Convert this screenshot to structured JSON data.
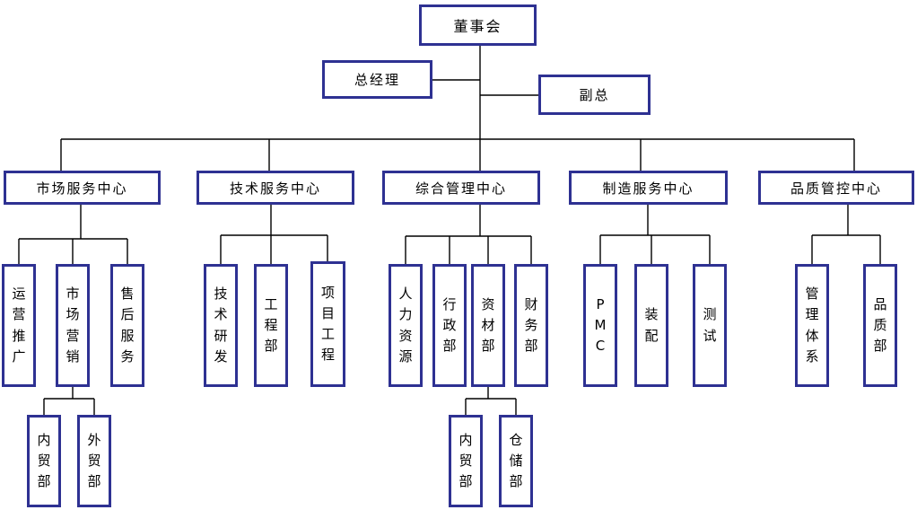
{
  "colors": {
    "box_border": "#2e3192",
    "box_bg": "#ffffff",
    "line": "#000000",
    "text": "#000000"
  },
  "org": {
    "board": {
      "label": "董事会"
    },
    "general_manager": {
      "label": "总经理"
    },
    "deputy_general_manager": {
      "label": "副总"
    },
    "centers": [
      {
        "label": "市场服务中心",
        "departments": [
          {
            "label": "运营推广"
          },
          {
            "label": "市场营销",
            "sub_departments": [
              {
                "label": "内贸部"
              },
              {
                "label": "外贸部"
              }
            ]
          },
          {
            "label": "售后服务"
          }
        ]
      },
      {
        "label": "技术服务中心",
        "departments": [
          {
            "label": "技术研发"
          },
          {
            "label": "工程部"
          },
          {
            "label": "项目工程"
          }
        ]
      },
      {
        "label": "综合管理中心",
        "departments": [
          {
            "label": "人力资源"
          },
          {
            "label": "行政部"
          },
          {
            "label": "资材部",
            "sub_departments": [
              {
                "label": "内贸部"
              },
              {
                "label": "仓储部"
              }
            ]
          },
          {
            "label": "财务部"
          }
        ]
      },
      {
        "label": "制造服务中心",
        "departments": [
          {
            "label": "PMC"
          },
          {
            "label": "装配"
          },
          {
            "label": "测试"
          }
        ]
      },
      {
        "label": "品质管控中心",
        "departments": [
          {
            "label": "管理体系"
          },
          {
            "label": "品质部"
          }
        ]
      }
    ]
  }
}
